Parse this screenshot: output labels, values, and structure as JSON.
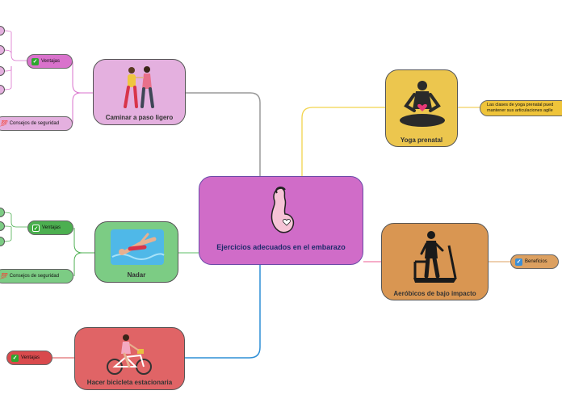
{
  "colors": {
    "center": "#d06cc8",
    "caminar": "#e4b0df",
    "caminar_pill": "#d972cc",
    "nadar": "#7ccc84",
    "nadar_pill": "#4caf50",
    "bici": "#e06466",
    "bici_pill": "#d94a4d",
    "yoga": "#ecc64e",
    "yoga_pill": "#efc43a",
    "aerobicos": "#d99652",
    "aerobicos_pill": "#dca060",
    "check": "#2ea62e",
    "check_blue": "#3a8fd8"
  },
  "center": {
    "title": "Ejercicios adecuados en el embarazo",
    "icon": "pregnant-woman-icon"
  },
  "branches": {
    "caminar": {
      "title": "Caminar a paso ligero",
      "icon": "walking-couple-icon",
      "ventajas": "Ventajas",
      "consejos": "Consejos de seguridad"
    },
    "nadar": {
      "title": "Nadar",
      "icon": "swimmer-icon",
      "ventajas": "Ventajas",
      "consejos": "Consejos de seguridad"
    },
    "bici": {
      "title": "Hacer bicicleta estacionaria",
      "icon": "cyclist-icon",
      "ventajas": "Ventajas"
    },
    "yoga": {
      "title": "Yoga prenatal",
      "icon": "yoga-meditation-icon",
      "note": "Las clases de yoga prenatal pued mantener sus articulaciones agile"
    },
    "aerobicos": {
      "title": "Aeróbicos de bajo impacto",
      "icon": "treadmill-icon",
      "beneficios": "Beneficios"
    }
  }
}
